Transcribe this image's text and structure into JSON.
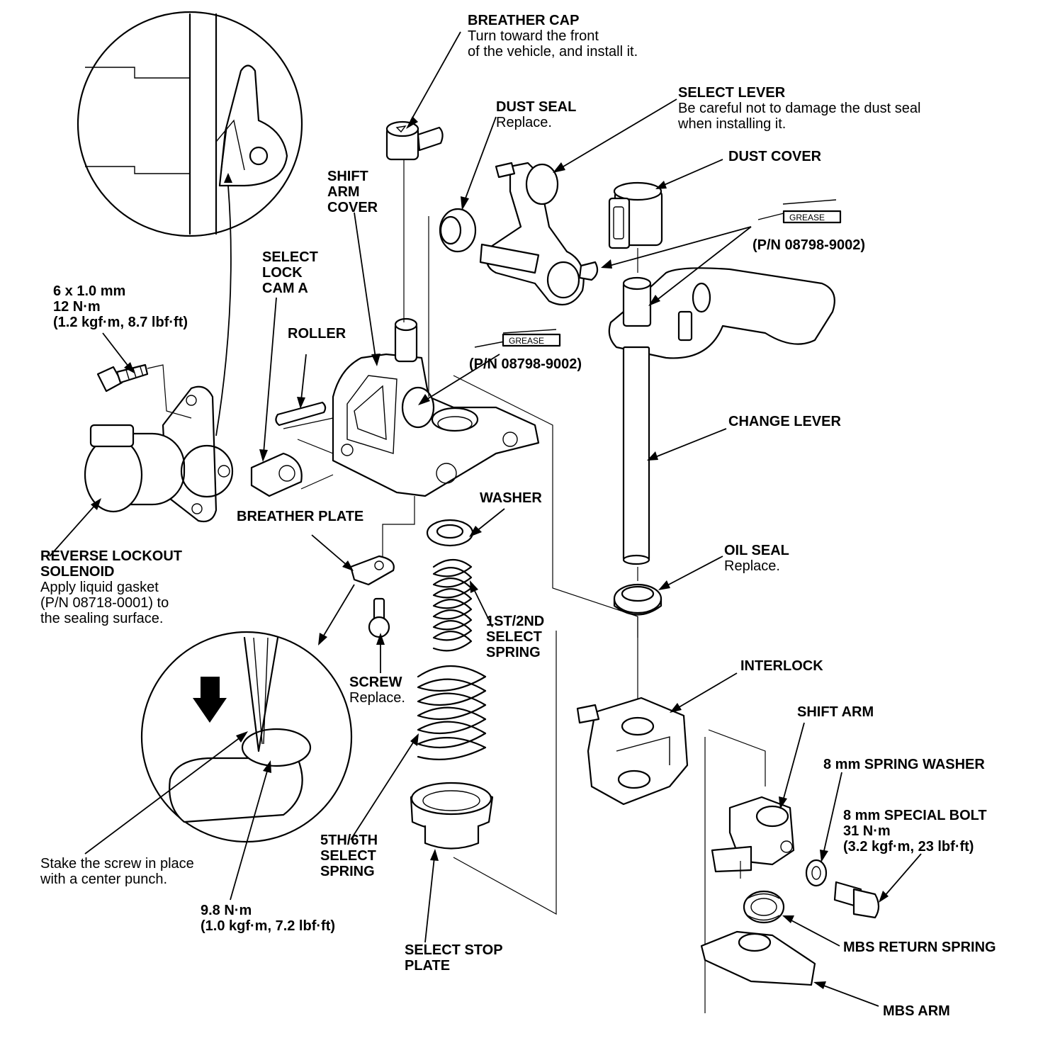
{
  "labels": {
    "breather_cap": {
      "title": "BREATHER CAP",
      "note": [
        "Turn toward the front",
        "of the vehicle, and install it."
      ]
    },
    "select_lever": {
      "title": "SELECT LEVER",
      "note": [
        "Be careful not to damage the dust seal",
        "when installing it."
      ]
    },
    "dust_seal": {
      "title": "DUST SEAL",
      "note": [
        "Replace."
      ]
    },
    "dust_cover": {
      "title": "DUST COVER"
    },
    "grease_pn_top": {
      "title": "(P/N 08798-9002)"
    },
    "grease_pn_mid": {
      "title": "(P/N 08798-9002)"
    },
    "shift_arm_cover": {
      "title": [
        "SHIFT",
        "ARM",
        "COVER"
      ]
    },
    "select_lock_cam_a": {
      "title": [
        "SELECT",
        "LOCK",
        "CAM A"
      ]
    },
    "bolt_spec": {
      "title": [
        "6 x 1.0 mm",
        "12 N·m",
        "(1.2 kgf·m, 8.7 lbf·ft)"
      ]
    },
    "roller": {
      "title": "ROLLER"
    },
    "change_lever": {
      "title": "CHANGE LEVER"
    },
    "washer": {
      "title": "WASHER"
    },
    "breather_plate": {
      "title": "BREATHER PLATE"
    },
    "reverse_lockout_solenoid": {
      "title": [
        "REVERSE LOCKOUT",
        "SOLENOID"
      ],
      "note": [
        "Apply liquid gasket",
        "(P/N 08718-0001) to",
        "the sealing surface."
      ]
    },
    "oil_seal": {
      "title": "OIL SEAL",
      "note": [
        "Replace."
      ]
    },
    "select_spring_1_2": {
      "title": [
        "1ST/2ND",
        "SELECT",
        "SPRING"
      ]
    },
    "screw": {
      "title": "SCREW",
      "note": [
        "Replace."
      ]
    },
    "interlock": {
      "title": "INTERLOCK"
    },
    "shift_arm": {
      "title": "SHIFT ARM"
    },
    "spring_washer": {
      "title": "8 mm SPRING WASHER"
    },
    "special_bolt": {
      "title": [
        "8 mm SPECIAL BOLT",
        "31 N·m",
        "(3.2 kgf·m, 23 lbf·ft)"
      ]
    },
    "select_spring_5_6": {
      "title": [
        "5TH/6TH",
        "SELECT",
        "SPRING"
      ]
    },
    "stake_note": {
      "note": [
        "Stake the screw in place",
        "with a center punch."
      ]
    },
    "screw_torque": {
      "title": [
        "9.8 N·m",
        "(1.0 kgf·m, 7.2 lbf·ft)"
      ]
    },
    "select_stop_plate": {
      "title": [
        "SELECT STOP",
        "PLATE"
      ]
    },
    "mbs_return_spring": {
      "title": "MBS RETURN SPRING"
    },
    "mbs_arm": {
      "title": "MBS ARM"
    }
  },
  "grease_tags": [
    "GREASE",
    "GREASE"
  ]
}
